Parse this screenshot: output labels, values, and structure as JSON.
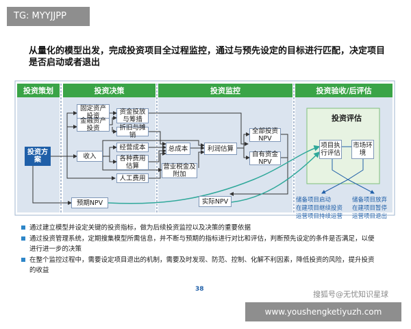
{
  "top_tag": "TG: MYYJJPP",
  "title": "从量化的模型出发，完成投资项目全过程监控，通过与预先设定的目标进行匹配，决定项目是否启动或者退出",
  "stages": {
    "planning": "投资策划",
    "decision": "投资决策",
    "monitoring": "投资监控",
    "acceptance": "投资验收/后评估"
  },
  "boxes": {
    "investment_plan": "投资方案",
    "fixed_asset": "固定资产投资",
    "financial_asset": "金融资产投资",
    "capital_raising": "资金投放与筹措",
    "depreciation": "折旧与摊销",
    "income": "收入",
    "operating_cost": "经营成本",
    "other_costs": "各种费用估算",
    "labor_cost": "人工费用",
    "total_cost": "总成本",
    "sales_tax": "营业税金及附加",
    "profit_estimate": "利润估算",
    "total_npv": "全部投资NPV",
    "own_npv": "自有资金NPV",
    "expected_npv": "预期NPV",
    "actual_npv": "实际NPV",
    "evaluation_title": "投资评估",
    "project_eval": "项目执行评估",
    "market_env": "市场环境"
  },
  "outcomes": {
    "left": [
      "储备项目启动",
      "在建项目继续投资",
      "运营项目持续运营"
    ],
    "right": [
      "储备项目放弃",
      "在建项目暂停",
      "运营项目退出"
    ]
  },
  "notes": [
    "通过建立模型并设定关键的投资指标，做为后续投资监控以及决策的重要依据",
    "通过投资管理系统，定期搜集模型所需信息，并不断与预期的指标进行对比和评估，判断预先设定的条件是否满足，以便进行进一步的决策",
    "在整个监控过程中，需要设定项目退出的机制，需要及时发现、防范、控制、化解不利因素，降低投资的风险，提升投资的收益"
  ],
  "page_number": "38",
  "watermark_source": "搜狐号@无忧知识星球",
  "watermark_url": "www.youshengketiyuzh.com",
  "colors": {
    "header_green": "#3aa447",
    "dark_blue": "#1f5fa8",
    "panel_bg": "#dbe4ef",
    "teal_arrow": "#2fa89a",
    "eval_bg": "#e7f3e2"
  }
}
